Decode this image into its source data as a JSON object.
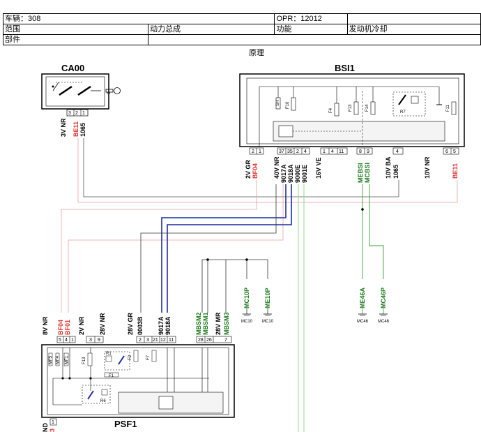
{
  "header": {
    "vehicle": "车辆：308",
    "opr": "OPR：12012",
    "scope_label": "范围",
    "scope_value": "动力总成",
    "function_label": "功能",
    "function_value": "发动机冷却",
    "part_label": "部件"
  },
  "caption": "原理",
  "components": {
    "ca00": "CA00",
    "bsi1": "BSI1",
    "psf1": "PSF1"
  },
  "ca00": {
    "pins": [
      "3",
      "2",
      "1"
    ],
    "connector": "3V NR",
    "wires": [
      "BE11",
      "1065"
    ]
  },
  "bsi1": {
    "pins_a": [
      "2",
      "1"
    ],
    "pins_b": [
      "37",
      "35",
      "2",
      "4"
    ],
    "pins_c": [
      "1",
      "4",
      "11"
    ],
    "pins_d": [
      "8",
      "9"
    ],
    "pins_e": [
      "4"
    ],
    "pins_f": [
      "6",
      "5"
    ],
    "connectors": [
      "2V GR",
      "40V NR",
      "16V VE",
      "10V BA",
      "10V NR"
    ],
    "wires": [
      "BF04",
      "9017A",
      "9018A",
      "9000E",
      "9001E",
      "MEBSI",
      "MCBSI",
      "1065",
      "BE11"
    ],
    "fuses": [
      "SH",
      "F10",
      "F4",
      "F13",
      "F14",
      "R7",
      "F11"
    ]
  },
  "psf1": {
    "connectors": [
      "8V NR",
      "2V NR",
      "28V NR",
      "28V GR",
      "28V MR"
    ],
    "pins_1": [
      "5",
      "4",
      "1"
    ],
    "pins_2": [
      "3",
      "9"
    ],
    "pins_3": [
      "2",
      "3",
      "21",
      "12",
      "11"
    ],
    "pins_4": [
      "28",
      "26",
      "7"
    ],
    "wires": [
      "BF04",
      "BF01",
      "0003B",
      "9017A",
      "9018A",
      "MBSM2",
      "MBSM1",
      "MBSM3"
    ],
    "fuses": [
      "MF5",
      "MF4",
      "MF1",
      "F13",
      "R1",
      "F2",
      "F1",
      "F7",
      "R6"
    ],
    "bottom": "ND",
    "bottom_pin": "1",
    "bottom_code": "3"
  },
  "grounds": {
    "mc10p": "MC10P",
    "me10p": "ME10P",
    "mc10_a": "MC10",
    "mc10_b": "MC10",
    "me46a": "ME46A",
    "mc46p": "MC46P",
    "mc46_a": "MC46",
    "mc46_b": "MC46"
  },
  "colors": {
    "red": "#e03030",
    "blue": "#1a2ea0",
    "green": "#3a9a3a",
    "light_green": "#8fd88f",
    "pink": "#e8a0a0",
    "gray": "#555555",
    "dark_green": "#1e7a1e"
  }
}
